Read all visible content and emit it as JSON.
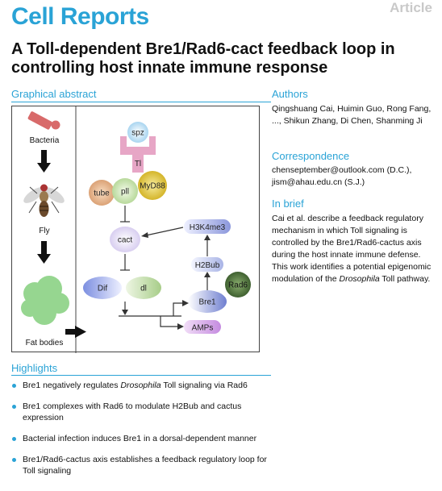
{
  "header": {
    "journal": "Cell Reports",
    "article_type": "Article"
  },
  "title": "A Toll-dependent Bre1/Rad6-cact feedback loop in controlling host innate immune response",
  "graphical_abstract": {
    "heading": "Graphical abstract",
    "labels": {
      "bacteria": "Bacteria",
      "fly": "Fly",
      "fat_bodies": "Fat bodies",
      "spz": "spz",
      "tl": "Tl",
      "tube": "tube",
      "pll": "pll",
      "myd88": "MyD88",
      "cact": "cact",
      "h3k4me3": "H3K4me3",
      "h2bub": "H2Bub",
      "rad6": "Rad6",
      "dif": "Dif",
      "dl": "dl",
      "bre1": "Bre1",
      "amps": "AMPs"
    },
    "colors": {
      "bacteria": "#d86a6a",
      "receptor": "#e7a6c6",
      "spz": "#b9ddf3",
      "tube": "#e9b98c",
      "pll": "#cfe6b7",
      "myd88": "#e8d14a",
      "cact": "#dcd3ef",
      "rad6": "#557a3e",
      "fat_bodies": "#96d690"
    }
  },
  "authors": {
    "heading": "Authors",
    "text": "Qingshuang Cai, Huimin Guo, Rong Fang, ..., Shikun Zhang, Di Chen, Shanming Ji"
  },
  "correspondence": {
    "heading": "Correspondence",
    "line1": "chenseptember@outlook.com (D.C.),",
    "line2": "jism@ahau.edu.cn (S.J.)"
  },
  "in_brief": {
    "heading": "In brief",
    "text_before": "Cai et al. describe a feedback regulatory mechanism in which Toll signaling is controlled by the Bre1/Rad6-cactus axis during the host innate immune defense. This work identifies a potential epigenomic modulation of the ",
    "text_italic": "Drosophila",
    "text_after": " Toll pathway."
  },
  "highlights": {
    "heading": "Highlights",
    "item1_before": "Bre1 negatively regulates ",
    "item1_italic": "Drosophila",
    "item1_after": " Toll signaling via Rad6",
    "item2": "Bre1 complexes with Rad6 to modulate H2Bub and cactus expression",
    "item3": "Bacterial infection induces Bre1 in a dorsal-dependent manner",
    "item4": "Bre1/Rad6-cactus axis establishes a feedback regulatory loop for Toll signaling"
  }
}
